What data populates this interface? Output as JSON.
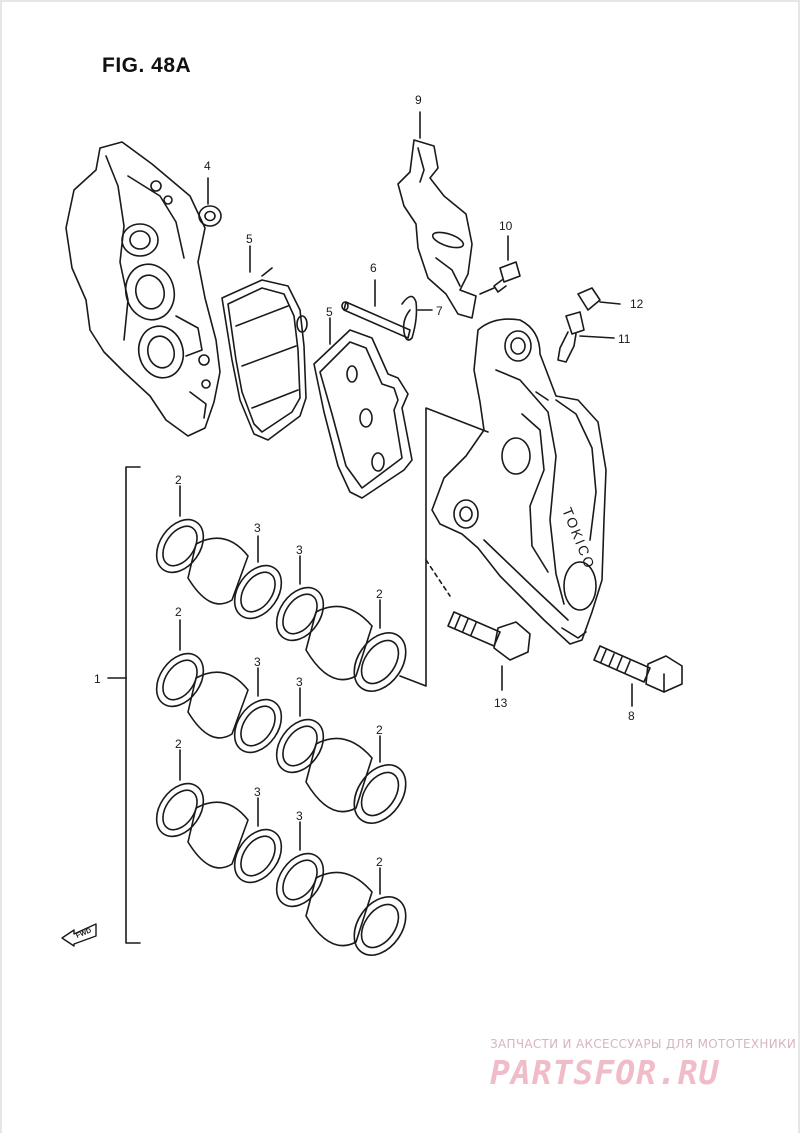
{
  "figure": {
    "title": "FIG. 48A"
  },
  "callouts": {
    "c1": "1",
    "c2a": "2",
    "c2b": "2",
    "c2c": "2",
    "c2d": "2",
    "c2e": "2",
    "c2f": "2",
    "c3a": "3",
    "c3b": "3",
    "c3c": "3",
    "c3d": "3",
    "c3e": "3",
    "c3f": "3",
    "c4": "4",
    "c5a": "5",
    "c5b": "5",
    "c6": "6",
    "c7": "7",
    "c8": "8",
    "c9": "9",
    "c10": "10",
    "c11": "11",
    "c12": "12",
    "c13": "13"
  },
  "caliper_marking": "TOKICO",
  "fwd_label": "FWD",
  "watermark": {
    "tagline": "ЗАПЧАСТИ И АКСЕССУАРЫ ДЛЯ МОТОТЕХНИКИ",
    "logo": "PARTSFOR.RU"
  },
  "colors": {
    "line": "#1a1a1a",
    "watermark": "#efbcc8"
  }
}
